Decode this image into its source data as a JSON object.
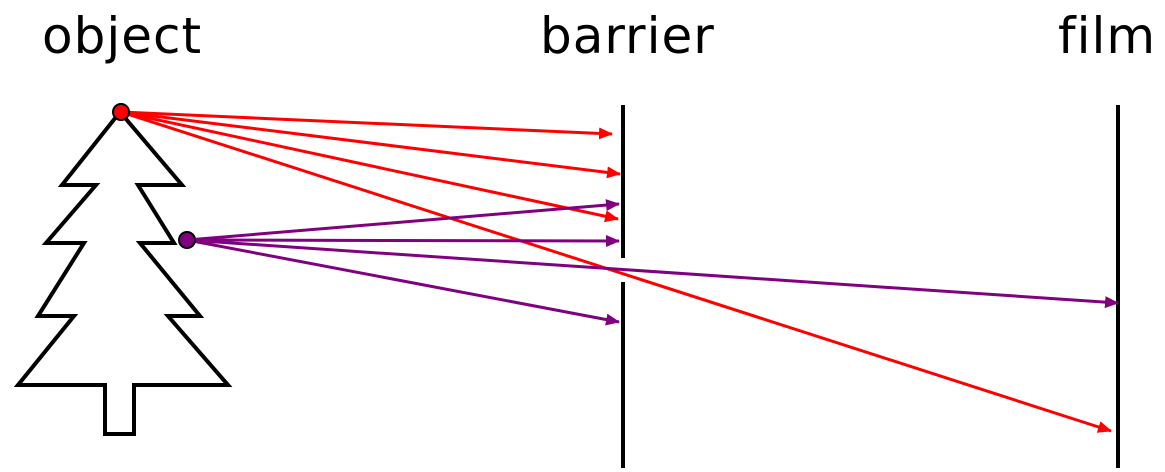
{
  "labels": {
    "object": "object",
    "barrier": "barrier",
    "film": "film"
  },
  "colors": {
    "ray_top": "#ff0000",
    "ray_branch": "#800080",
    "line": "#000000",
    "background": "#ffffff"
  },
  "rays": {
    "from_tree_top": {
      "count": 4,
      "color": "#ff0000",
      "one_passes_to_film": true
    },
    "from_tree_branch": {
      "count": 4,
      "color": "#800080",
      "one_passes_to_film": true
    }
  }
}
